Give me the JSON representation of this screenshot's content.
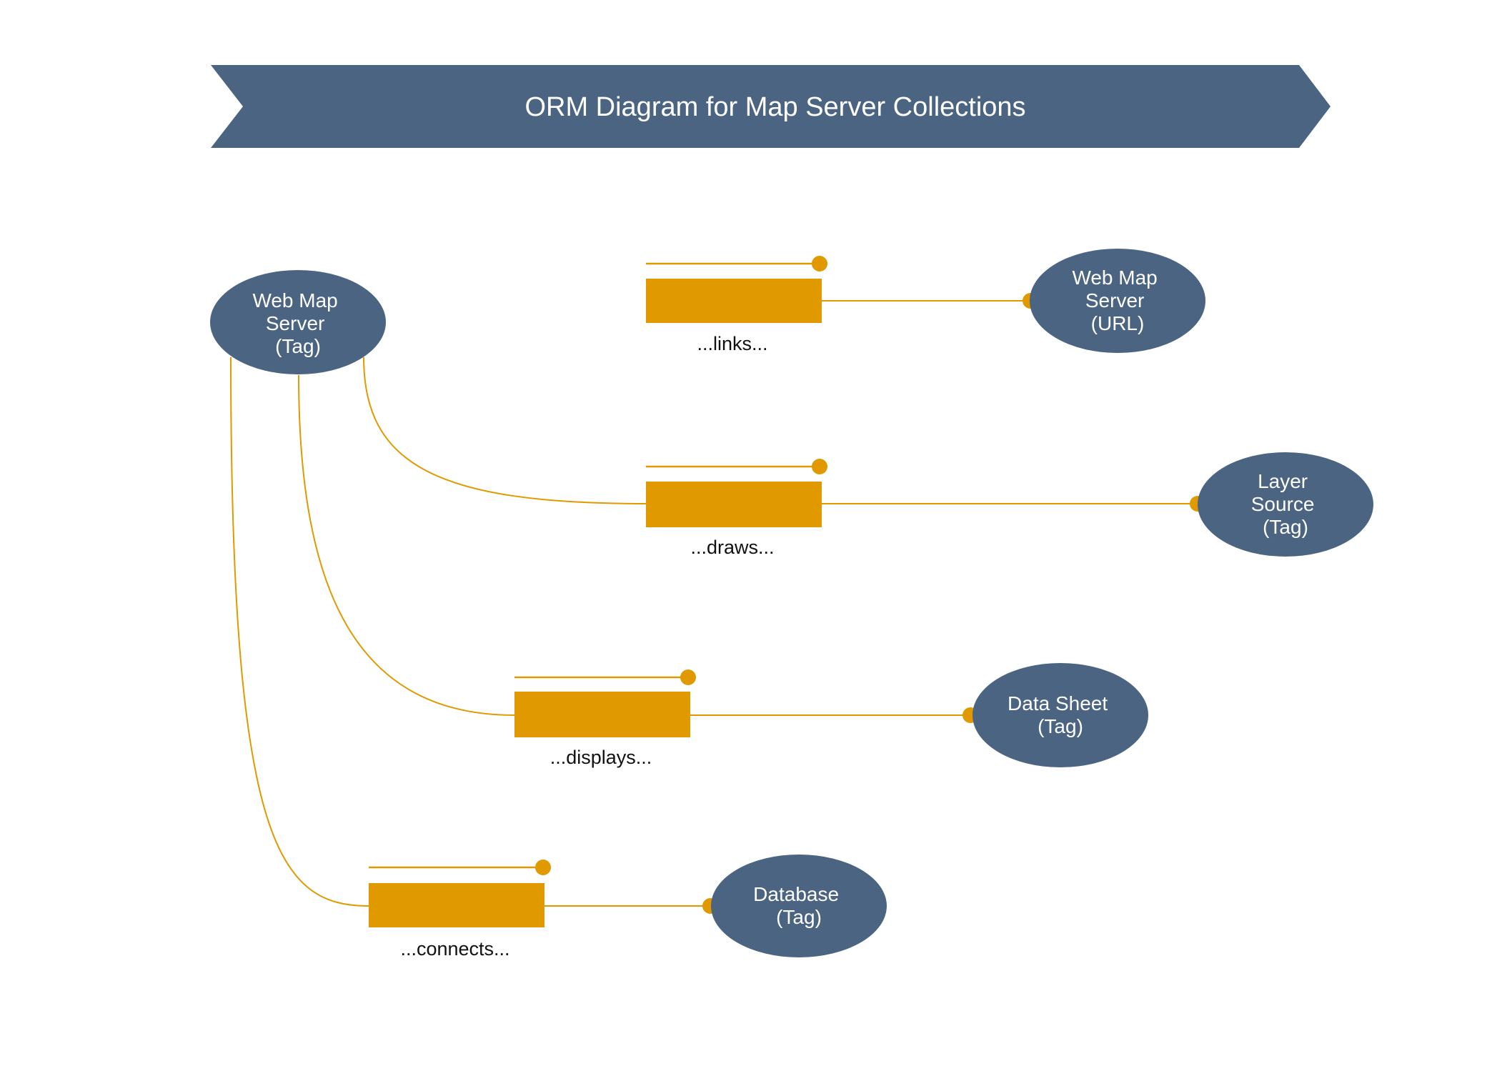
{
  "title": "ORM Diagram for Map Server Collections",
  "colors": {
    "banner": "#4a6482",
    "entity": "#4a6482",
    "fact": "#e09a00",
    "connector": "#e09a00",
    "entity_text": "#ffffff",
    "label_text": "#111111"
  },
  "entities": {
    "web_map_server_tag": {
      "lines": [
        "Web Map",
        "Server",
        "(Tag)"
      ]
    },
    "web_map_server_url": {
      "lines": [
        "Web Map",
        "Server",
        "(URL)"
      ]
    },
    "layer_source_tag": {
      "lines": [
        "Layer",
        "Source",
        "(Tag)"
      ]
    },
    "data_sheet_tag": {
      "lines": [
        "Data Sheet",
        "(Tag)"
      ]
    },
    "database_tag": {
      "lines": [
        "Database",
        "(Tag)"
      ]
    }
  },
  "fact_types": {
    "links": {
      "label": "...links..."
    },
    "draws": {
      "label": "...draws..."
    },
    "displays": {
      "label": "...displays..."
    },
    "connects": {
      "label": "...connects..."
    }
  }
}
